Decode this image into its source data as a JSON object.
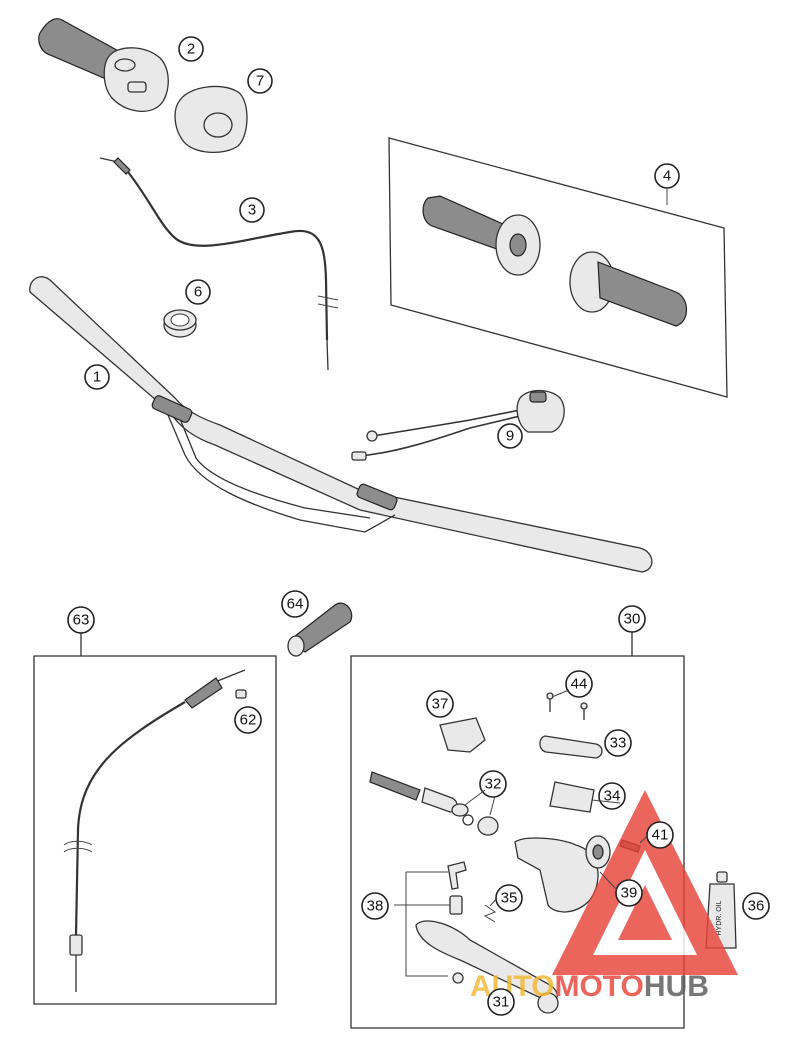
{
  "callouts": {
    "c1": "1",
    "c2": "2",
    "c3": "3",
    "c4": "4",
    "c6": "6",
    "c7": "7",
    "c9": "9",
    "c30": "30",
    "c31": "31",
    "c32": "32",
    "c33": "33",
    "c34": "34",
    "c35": "35",
    "c36": "36",
    "c37": "37",
    "c38": "38",
    "c39": "39",
    "c41": "41",
    "c44": "44",
    "c62": "62",
    "c63": "63",
    "c64": "64"
  },
  "bottle_label": "HYDR. OIL",
  "watermark": {
    "part_a": "AUTO",
    "part_b": "MOTO",
    "part_c": "HUB",
    "color_primary": "#e8443a",
    "color_secondary": "#f5b731",
    "color_dark": "#5a5a5a"
  }
}
